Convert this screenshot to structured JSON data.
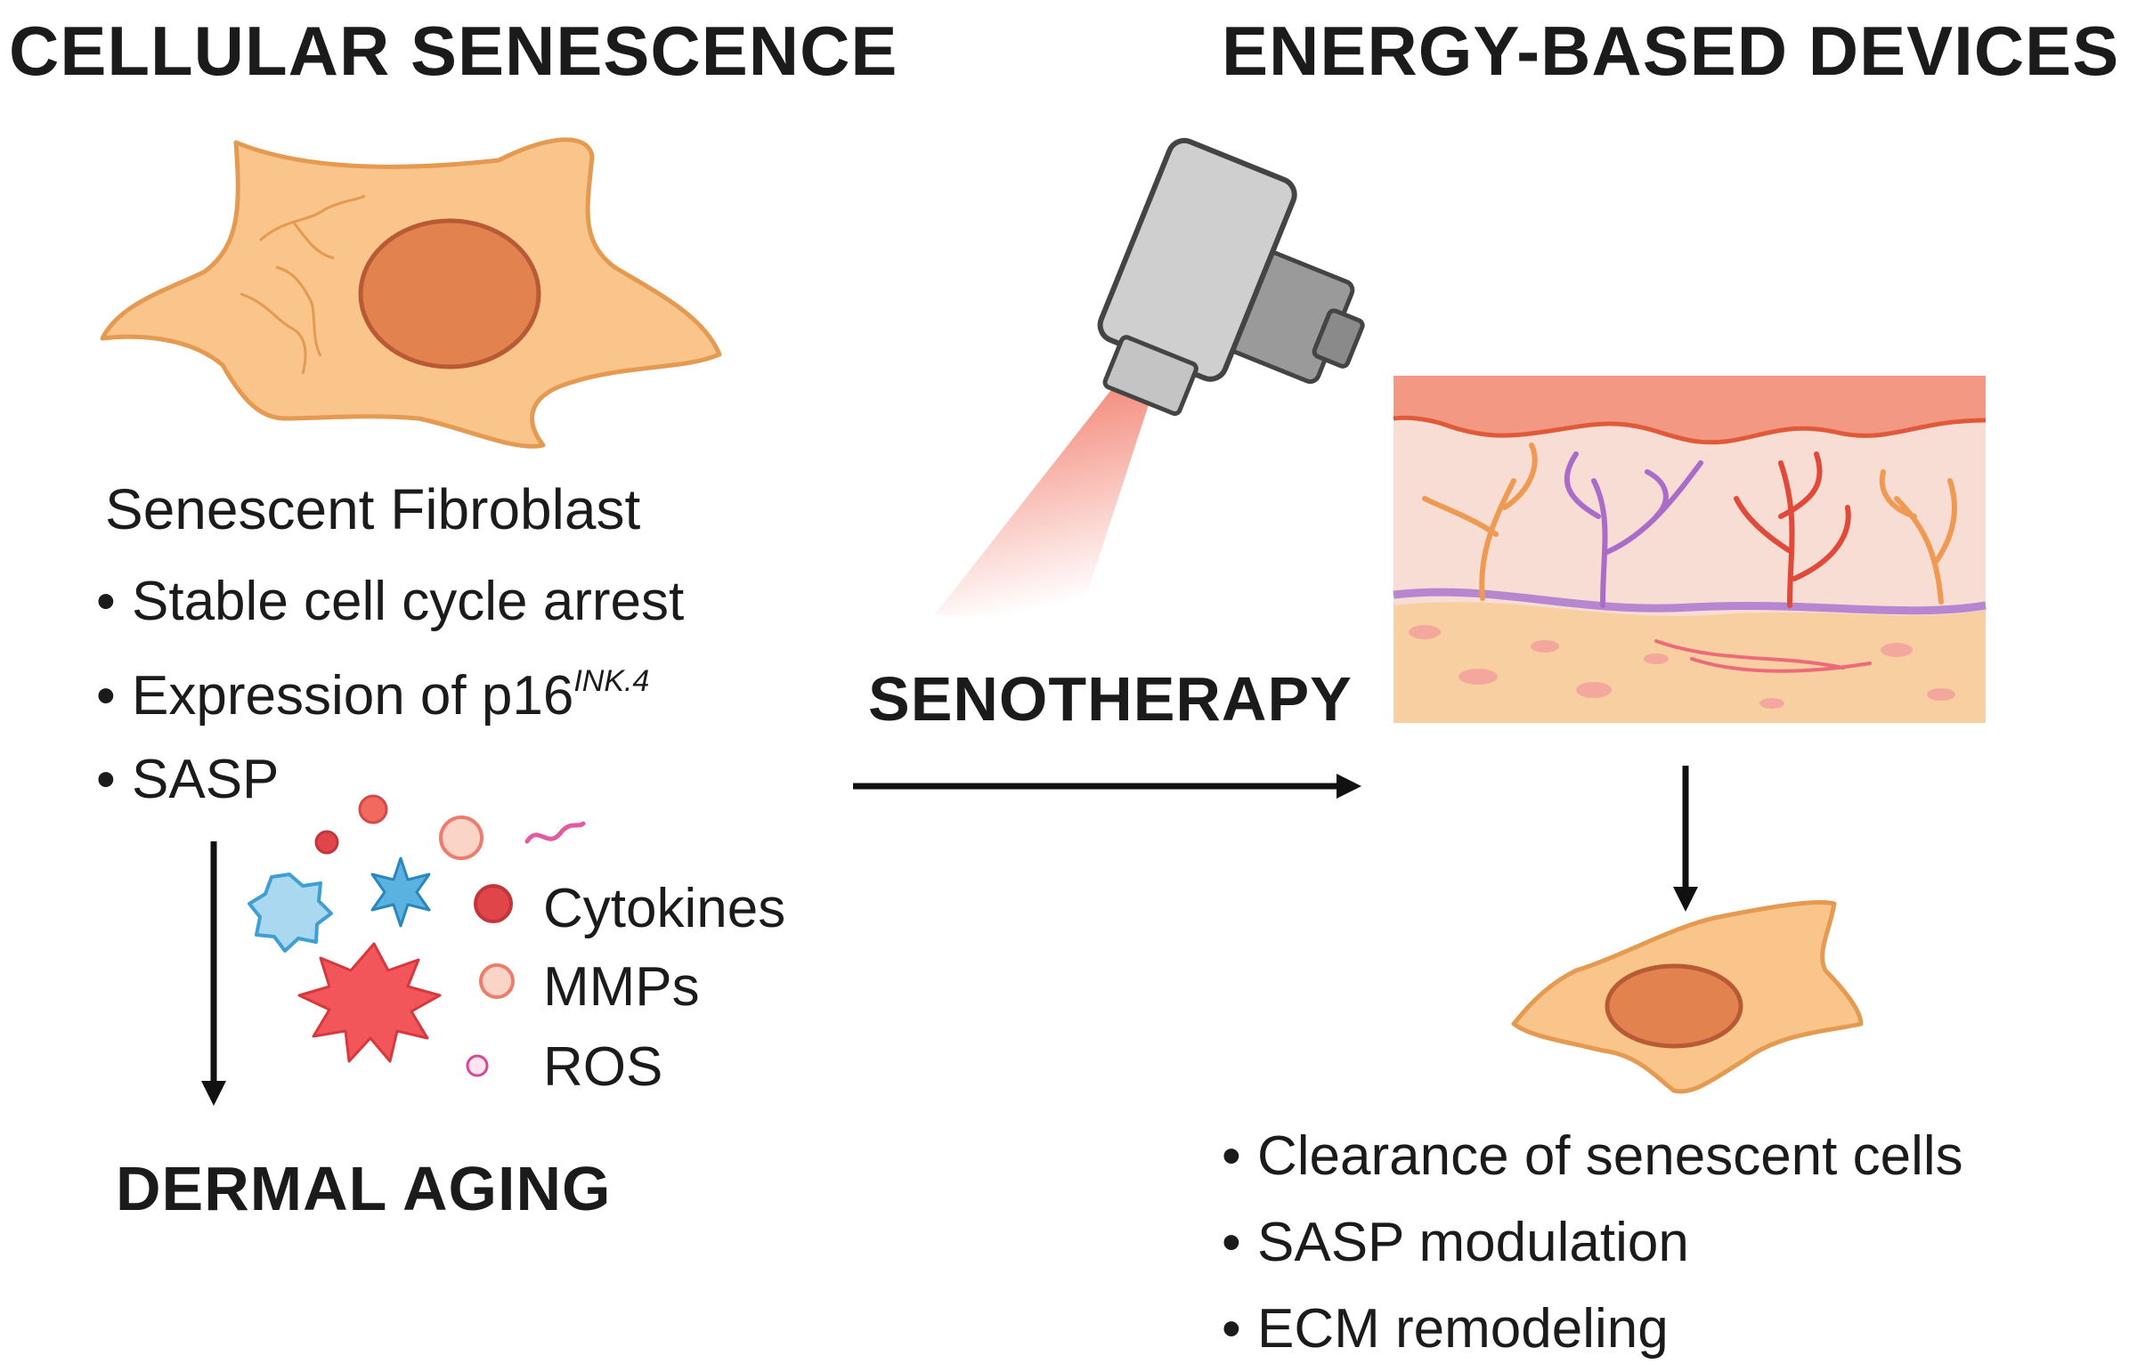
{
  "left": {
    "heading": "CELLULAR SENESCENCE",
    "cell_caption": "Senescent Fibroblast",
    "bullet_symbol": "•",
    "bullets": [
      "Stable cell cycle arrest",
      "Expression of p16",
      "SASP"
    ],
    "superscript": "INK.4",
    "legend": [
      "Cytokines",
      "MMPs",
      "ROS"
    ],
    "outcome": "DERMAL AGING"
  },
  "center": {
    "label": "SENOTHERAPY"
  },
  "right": {
    "heading": "ENERGY-BASED DEVICES",
    "bullets": [
      "Clearance of senescent cells",
      "SASP modulation",
      "ECM remodeling"
    ]
  },
  "colors": {
    "cell_fill": "#f9c58a",
    "cell_stroke": "#e59a52",
    "nucleus_fill": "#e1824f",
    "nucleus_stroke": "#b85a35",
    "dermis": "#f7ddd3",
    "epidermis": "#f29883",
    "hypodermis": "#f7cfa0",
    "laser_red": "#f06a56",
    "arrow": "#111111"
  },
  "icons": [
    "laser-device-icon",
    "skin-cross-section-icon",
    "cytokine-icon",
    "mmp-icon",
    "ros-icon"
  ]
}
